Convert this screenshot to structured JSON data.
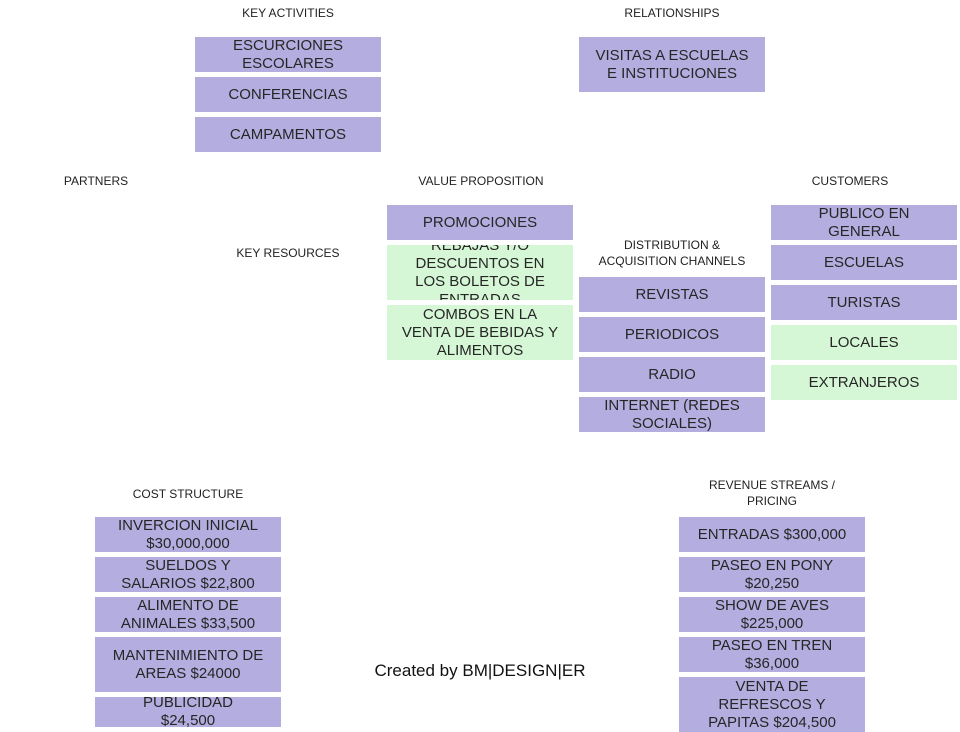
{
  "colors": {
    "purple": "#b4addf",
    "green": "#d6f7d6"
  },
  "headers": {
    "key_activities": "KEY ACTIVITIES",
    "relationships": "RELATIONSHIPS",
    "partners": "PARTNERS",
    "value_proposition": "VALUE PROPOSITION",
    "customers": "CUSTOMERS",
    "key_resources": "KEY RESOURCES",
    "distribution": "DISTRIBUTION  &\nACQUISITION  CHANNELS",
    "cost_structure": "COST  STRUCTURE",
    "revenue_streams": "REVENUE  STREAMS  /\nPRICING"
  },
  "key_activities": [
    {
      "label": "ESCURCIONES\nESCOLARES",
      "color": "purple"
    },
    {
      "label": "CONFERENCIAS",
      "color": "purple"
    },
    {
      "label": "CAMPAMENTOS",
      "color": "purple"
    }
  ],
  "relationships": [
    {
      "label": "VISITAS A ESCUELAS\nE INSTITUCIONES",
      "color": "purple"
    }
  ],
  "value_proposition": [
    {
      "label": "PROMOCIONES",
      "color": "purple"
    },
    {
      "label": "REBAJAS Y/O\nDESCUENTOS EN\nLOS BOLETOS DE\nENTRADAS",
      "color": "green"
    },
    {
      "label": "COMBOS EN LA\nVENTA DE BEBIDAS Y\nALIMENTOS",
      "color": "green"
    }
  ],
  "channels": [
    {
      "label": "REVISTAS",
      "color": "purple"
    },
    {
      "label": "PERIODICOS",
      "color": "purple"
    },
    {
      "label": "RADIO",
      "color": "purple"
    },
    {
      "label": "INTERNET (REDES\nSOCIALES)",
      "color": "purple"
    }
  ],
  "customers": [
    {
      "label": "PUBLICO EN\nGENERAL",
      "color": "purple"
    },
    {
      "label": "ESCUELAS",
      "color": "purple"
    },
    {
      "label": "TURISTAS",
      "color": "purple"
    },
    {
      "label": "LOCALES",
      "color": "green"
    },
    {
      "label": "EXTRANJEROS",
      "color": "green"
    }
  ],
  "cost_structure": [
    {
      "label": "INVERCION INICIAL\n$30,000,000",
      "color": "purple"
    },
    {
      "label": "SUELDOS Y\nSALARIOS  $22,800",
      "color": "purple"
    },
    {
      "label": "ALIMENTO DE\nANIMALES  $33,500",
      "color": "purple"
    },
    {
      "label": "MANTENIMIENTO DE\nAREAS   $24000",
      "color": "purple"
    },
    {
      "label": "PUBLICIDAD\n$24,500",
      "color": "purple"
    }
  ],
  "revenue_streams": [
    {
      "label": "ENTRADAS $300,000",
      "color": "purple"
    },
    {
      "label": "PASEO EN PONY\n$20,250",
      "color": "purple"
    },
    {
      "label": "SHOW DE AVES\n$225,000",
      "color": "purple"
    },
    {
      "label": "PASEO EN TREN\n$36,000",
      "color": "purple"
    },
    {
      "label": "VENTA DE\nREFRESCOS Y\nPAPITAS  $204,500",
      "color": "purple"
    }
  ],
  "footer": "Created by BM|DESIGN|ER"
}
